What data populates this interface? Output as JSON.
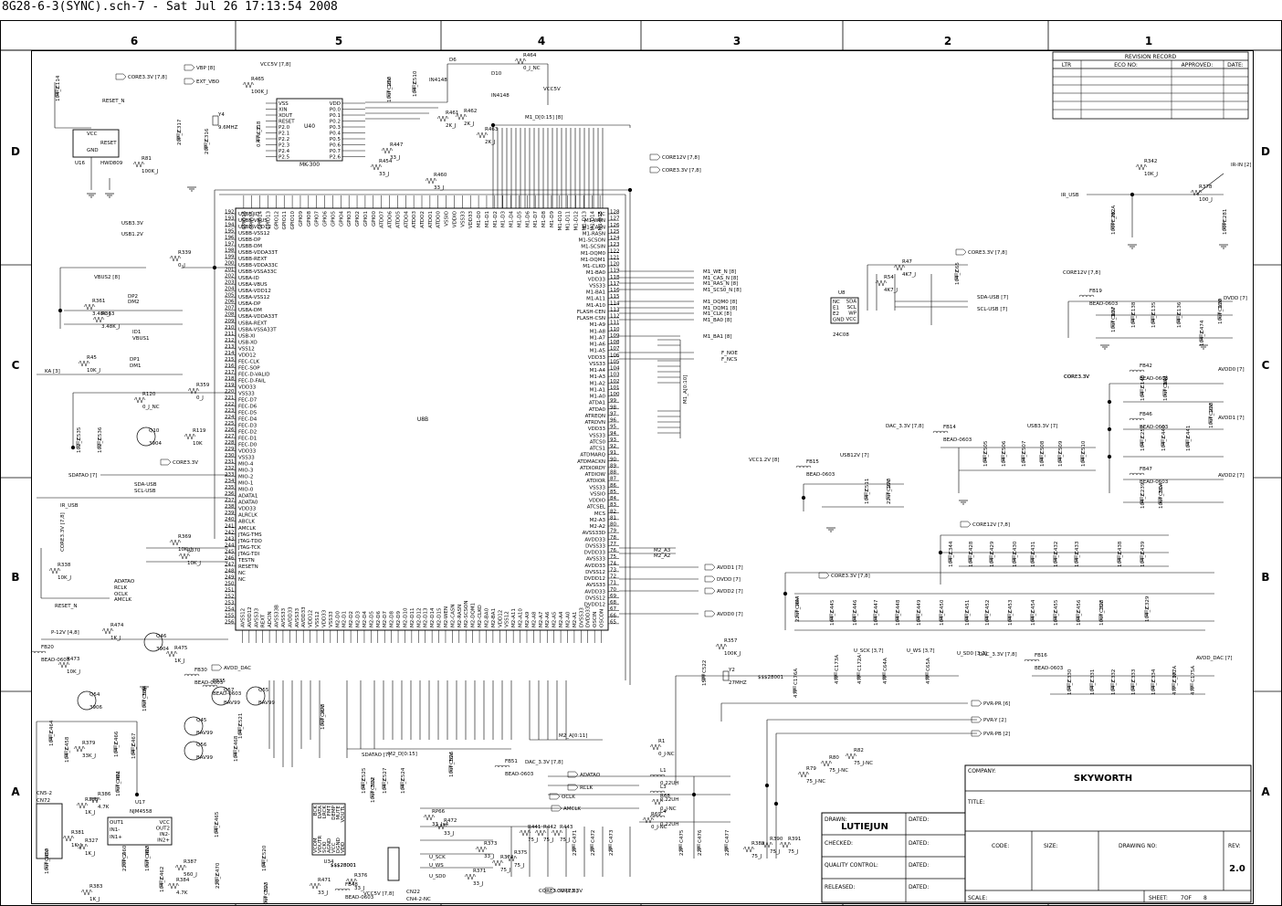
{
  "window": {
    "title": "8G28-6-3(SYNC).sch-7 - Sat Jul 26 17:13:54 2008"
  },
  "frame": {
    "columns": [
      "6",
      "5",
      "4",
      "3",
      "2",
      "1"
    ],
    "rows": [
      "D",
      "C",
      "B",
      "A"
    ]
  },
  "revision_record": {
    "title": "REVISION RECORD",
    "headers": [
      "LTR",
      "ECO NO:",
      "APPROVED:",
      "DATE:"
    ]
  },
  "title_block": {
    "company_label": "COMPANY:",
    "company": "SKYWORTH",
    "title_label": "TITLE:",
    "drawn_label": "DRAWN:",
    "drawn_by": "LUTIEJUN",
    "dated_label": "DATED:",
    "checked_label": "CHECKED:",
    "quality_label": "QUALITY CONTROL:",
    "released_label": "RELEASED:",
    "code_label": "CODE:",
    "size_label": "SIZE:",
    "drawing_no_label": "DRAWING NO:",
    "rev_label": "REV:",
    "rev": "2.0",
    "scale_label": "SCALE:",
    "sheet_label": "SHEET:",
    "sheet": "7OF",
    "sheet_total": "8"
  },
  "main_ic": {
    "ref": "U8B",
    "top_pins": [
      "GPIO16",
      "GPIO15",
      "GPIO14",
      "GPIO13",
      "GPIO12",
      "GPIO11",
      "GPIO10",
      "GPIO9",
      "GPIO8",
      "GPIO7",
      "GPIO6",
      "GPIO5",
      "GPIO4",
      "GPIO3",
      "GPIO2",
      "GPIO1",
      "GPIO0",
      "ATDO7",
      "ATDO6",
      "ATDO5",
      "ATDO4",
      "ATDO3",
      "ATDO2",
      "ATDO1",
      "ATDO0",
      "VSSIO",
      "VDDIO",
      "VSS33",
      "VDD33",
      "M1-D0",
      "M1-D1",
      "M1-D2",
      "M1-D3",
      "M1-D4",
      "M1-D5",
      "M1-D6",
      "M1-D7",
      "M1-D8",
      "M1-D9",
      "M1-D10",
      "M1-D11",
      "M1-D12",
      "M1-D13",
      "M1-D14",
      "M1-D15"
    ],
    "left_pins": [
      "USBB-ID",
      "USBB-VBUS",
      "USBB-VDD12",
      "USBB-VSS12",
      "USBB-DP",
      "USBB-DM",
      "USBB-VDDA33T",
      "USBB-REXT",
      "USBB-VDDA33C",
      "USBB-VSSA33C",
      "USBA-ID",
      "USBA-VBUS",
      "USBA-VDD12",
      "USBA-VSS12",
      "USBA-DP",
      "USBA-DM",
      "USBA-VDDA33T",
      "USBA-REXT",
      "USBA-VSSA33T",
      "USB-XI",
      "USB-XO",
      "VSS12",
      "VDD12",
      "FEC-CLK",
      "FEC-SOP",
      "FEC-D-VALID",
      "FEC-D-FAIL",
      "VDD33",
      "VSS33",
      "FEC-D7",
      "FEC-D6",
      "FEC-D5",
      "FEC-D4",
      "FEC-D3",
      "FEC-D2",
      "FEC-D1",
      "FEC-D0",
      "VDD33",
      "VSS33",
      "MIO-4",
      "MIO-3",
      "MIO-2",
      "MIO-1",
      "MIO-0",
      "ADATA1",
      "ADATA0",
      "VDD33",
      "ALRCLK",
      "ABCLK",
      "AMCLK",
      "JTAG-TMS",
      "JTAG-TDO",
      "JTAG-TCK",
      "JTAG-TDI",
      "TESTN",
      "RESETN",
      "NC",
      "NC"
    ],
    "right_pins": [
      "NC",
      "M1-WEN",
      "M1-CASN",
      "M1-RASN",
      "M1-SCSON",
      "M1-SCSIN",
      "M1-DQM0",
      "M1-DQM1",
      "M1-CLKO",
      "M1-BA0",
      "VDD33",
      "VSS33",
      "M1-BA1",
      "M1-A11",
      "M1-A10",
      "FLASH-CEN",
      "FLASH-CSN",
      "M1-A9",
      "M1-A8",
      "M1-A7",
      "M1-A6",
      "M1-A5",
      "VDD33",
      "VSS33",
      "M1-A4",
      "M1-A3",
      "M1-A2",
      "M1-A1",
      "M1-A0",
      "ATDA1",
      "ATDA0",
      "ATREQN",
      "ATRDVN",
      "VDD33",
      "VSS33",
      "ATCS0",
      "ATCS1",
      "ATDMARQ",
      "ATDMACKN",
      "ATDIORDY",
      "ATDIOW",
      "ATDIOR",
      "VSS33",
      "VSSIO",
      "VDDIO",
      "ATCSEL",
      "MCS",
      "M2-A3",
      "M2-A2",
      "AVSS33D",
      "AVDD33",
      "DVSS33",
      "DVDD33",
      "AVSS33",
      "AVDD33",
      "DVSS12",
      "DVDD12",
      "AVSS33",
      "AVDD33",
      "DVSS12",
      "DVDD12"
    ],
    "bottom_pins": [
      "AVSS12",
      "AVDD12",
      "AVSS33",
      "REXT",
      "ADCIN",
      "AVSS33B",
      "AVSS33",
      "AVDD33",
      "AVSS33",
      "AVDD33",
      "VDD12",
      "VSS12",
      "VDD33",
      "VSS33",
      "M2-D0",
      "M2-D1",
      "M2-D2",
      "M2-D3",
      "M2-D4",
      "M2-D5",
      "M2-D6",
      "M2-D7",
      "M2-D8",
      "M2-D9",
      "M2-D10",
      "M2-D11",
      "M2-D12",
      "M2-D13",
      "M2-D14",
      "M2-D15",
      "M2-WEN",
      "M2-CASN",
      "M2-RASN",
      "M2-SCSON",
      "M2-DQM1",
      "M2-CLKO",
      "M2-BA0",
      "M2-BA1",
      "VDD12",
      "VSS12",
      "M2-A11",
      "M2-A10",
      "M2-A9",
      "M2-A8",
      "M2-A7",
      "M2-A6",
      "M2-A5",
      "M2-A4",
      "M2-A0",
      "M2-A1",
      "DVSS33",
      "DVDD33",
      "OSCIN",
      "OSCON"
    ],
    "pin_numbers_left": [
      "192",
      "193",
      "194",
      "195",
      "196",
      "197",
      "198",
      "199",
      "200",
      "201",
      "202",
      "203",
      "204",
      "205",
      "206",
      "207",
      "208",
      "209",
      "210",
      "211",
      "212",
      "213",
      "214",
      "215",
      "216",
      "217",
      "218",
      "219",
      "220",
      "221",
      "222",
      "223",
      "224",
      "225",
      "226",
      "227",
      "228",
      "229",
      "230",
      "231",
      "232",
      "233",
      "234",
      "235",
      "236",
      "237",
      "238",
      "239",
      "240",
      "241",
      "242",
      "243",
      "244",
      "245",
      "246",
      "247",
      "248",
      "249",
      "250",
      "251",
      "252",
      "253",
      "254",
      "255",
      "256"
    ],
    "pin_numbers_right": [
      "128",
      "127",
      "126",
      "125",
      "124",
      "123",
      "122",
      "121",
      "120",
      "119",
      "118",
      "117",
      "116",
      "115",
      "114",
      "113",
      "112",
      "111",
      "110",
      "109",
      "108",
      "107",
      "106",
      "105",
      "104",
      "103",
      "102",
      "101",
      "100",
      "99",
      "98",
      "97",
      "96",
      "95",
      "94",
      "93",
      "92",
      "91",
      "90",
      "89",
      "88",
      "87",
      "86",
      "85",
      "84",
      "83",
      "82",
      "81",
      "80",
      "79",
      "78",
      "77",
      "76",
      "75",
      "74",
      "73",
      "72",
      "71",
      "70",
      "69",
      "68",
      "67",
      "66",
      "65"
    ]
  },
  "clock_ic": {
    "ref": "U40",
    "part": "MK-300",
    "pins_left": [
      "VSS",
      "XIN",
      "XOUT",
      "RESET",
      "P2.0",
      "P2.1",
      "P2.2",
      "P2.3",
      "P2.4",
      "P2.5"
    ],
    "pins_right": [
      "VDD",
      "P0.0",
      "P0.1",
      "P0.2",
      "P0.3",
      "P0.4",
      "P0.5",
      "P0.6",
      "P0.7",
      "P2.6"
    ]
  },
  "reset_ic": {
    "ref": "U16",
    "part": "HWD809",
    "pins": [
      "VCC",
      "GND",
      "RESET"
    ]
  },
  "eeprom": {
    "ref": "U8",
    "part": "24C08",
    "pins": [
      "NC",
      "E1",
      "E2",
      "GND",
      "VCC",
      "WP",
      "SCL",
      "SDA"
    ]
  },
  "opamp": {
    "ref": "U17",
    "part": "NJM4558",
    "pins": [
      "OUT1",
      "IN1-",
      "IN1+",
      "VCC",
      "OUT2",
      "IN2-",
      "IN2+"
    ]
  },
  "audio_dac": {
    "ref": "U34",
    "pins": [
      "BCK",
      "DATA",
      "LRCK",
      "FMT",
      "DEMP",
      "MUTE",
      "VOUTL",
      "VCOM",
      "VOUTR",
      "SCKI",
      "AGND",
      "VCC",
      "DGND",
      "VDD"
    ]
  },
  "connectors": [
    "CN5-2",
    "CN72",
    "CN22",
    "CN4-2-NC"
  ],
  "net_labels": {
    "top_left": [
      "CORE3.3V [7,8]",
      "RESET_N",
      "VBP [8]",
      "EXT_VBO",
      "VCC5V [7,8]",
      "VCC5V",
      "D6",
      "D10",
      "IN4148",
      "IN4148",
      "M1_D[0:15] [8]",
      "CORE12V [7,8]",
      "CORE3.3V [7,8]"
    ],
    "usb": [
      "USB3.3V",
      "USB1.2V",
      "VBUS2 [8]",
      "DP2",
      "DM2",
      "ID1",
      "VBUS1",
      "DP1",
      "DM1"
    ],
    "left": [
      "KA [3]",
      "CORE3.3V",
      "SDATAO [7]",
      "SDA-USB",
      "SCL-USB",
      "IR_USB",
      "CORE3.3V [7,8]",
      "RESET_N",
      "ADATAO",
      "RCLK",
      "OCLK",
      "AMCLK",
      "P-12V [4,8]",
      "AVDD_DAC",
      "CORE3.3V"
    ],
    "right_mid": [
      "M1_WE_N [8]",
      "M1_CAS_N [8]",
      "M1_RAS_N [8]",
      "M1_SCS0_N [8]",
      "M1_DQM0 [8]",
      "M1_DQM1 [8]",
      "M1_CLK [8]",
      "M1_BA0 [8]",
      "M1_BA1 [8]",
      "F_NOE",
      "F_NCS",
      "M1_A[0:10]",
      "AVDD1 [7]",
      "DVDD [7]",
      "AVDD2 [7]",
      "AVDD0 [7]",
      "M2_A3",
      "M2_A2",
      "M2_A[0:11]",
      "M2_D[0:15]"
    ],
    "right": [
      "CORE3.3V [7,8]",
      "SDA-USB [7]",
      "SCL-USB [7]",
      "CORE3.3V",
      "IR_USB",
      "IR-IN [2]",
      "CORE12V [7,8]",
      "DVDD [7]",
      "CORE3.3V",
      "AVDD0 [7]",
      "AVDD1 [7]",
      "AVDD2 [7]",
      "DAC_3.3V [7,8]",
      "USB3.3V [7]",
      "VCC1.2V [8]",
      "USB12V [7]",
      "CORE12V [7,8]",
      "CORE3.3V [7,8]",
      "U_SCK [3,7]",
      "U_WS [3,7]",
      "U_SD0 [3,7]",
      "DAC_3.3V [7,8]",
      "AVDD_DAC [7]",
      "PVR-PR [6]",
      "PVR-Y [2]",
      "PVR-PB [2]"
    ],
    "bottom": [
      "SDATAO [7]",
      "ADATAO",
      "RCLK",
      "OCLK",
      "AMCLK",
      "DAC_3.3V [7,8]",
      "U_SCK",
      "U_WS",
      "U_SD0",
      "CORE3.3V [7,8]",
      "VCC5V [7,8]",
      "$$$28001",
      "$$$28001",
      "$$$28001"
    ]
  },
  "components": {
    "resistors": [
      "R465 100K_J",
      "R464 0_J_NC",
      "R81 100K_J",
      "R447 33_J",
      "R454 33_J",
      "R460 33_J",
      "R461 2K_J",
      "R462 2K_J",
      "R463 2K_J",
      "R339 0_J",
      "R361 3.48K_J",
      "R363 3.48K_J",
      "R45 10K_J",
      "R359 0_J",
      "R120 0_J_NC",
      "R119 10K",
      "R369 10K_J",
      "R370 10K_J",
      "R338 10K_J",
      "R474 1K_J",
      "R475 1K_J",
      "R473 10K_J",
      "R342 10K_J",
      "R378 100_J",
      "R54 4K7_J",
      "R47 4K7_J",
      "R357 100K_J",
      "R379 33K_J",
      "R388 1K_J",
      "R386 4.7K",
      "R387 560_J",
      "R383 1K_J",
      "R384 4.7K",
      "R327 1K_J",
      "R381 1K_J",
      "R1 0_J-NC",
      "R69 0_J-NC",
      "R68 0_J-NC",
      "R79 75_J-NC",
      "R80 75_J-NC",
      "R82 75_J-NC",
      "R389 75_J",
      "R390 75_J",
      "R391 75_J",
      "R374 75_J",
      "R375 75_J",
      "R441 75_J",
      "R442 75_J",
      "R443 75_J",
      "R472 33_J",
      "R376 33_J",
      "R471 33_J",
      "R371 33_J",
      "R373 33_J",
      "RP66 33_Jx4"
    ],
    "capacitors": [
      "C114 104_Z",
      "C250 10uF_16V",
      "C510 104_Z",
      "C317 20P_Z",
      "C316 20P_Z",
      "C318 0.47U_Z",
      "C535 102_Z",
      "C536 102_Z",
      "C534 10uF_16V",
      "C464 104_Z",
      "C458 104_Z",
      "C461 10uF_16V",
      "C459 10uF_16V",
      "C460 220P_Z",
      "C463 10uF_16V",
      "C462 104_Z",
      "C465 104_Z",
      "C466 104_Z",
      "C467 104_Z",
      "C468 104_Z",
      "C470 220_Z",
      "C471 22P",
      "C472 22P",
      "C473 22P",
      "C475 22P",
      "C476 22P",
      "C477 22P",
      "C478 10uF_16V",
      "C520 104_Z",
      "C521 104_Z",
      "C522 15PF",
      "C523 10uF_16V",
      "C524 104_Z",
      "C525 104_Z",
      "C526 10uF_16V",
      "C527 104_Z",
      "C532 10uF_16V",
      "C282A 100PF_NC",
      "C281 100PF",
      "C65 104_Z",
      "C137 10uF_16V",
      "C138 104_Z",
      "C135 104_Z",
      "C136 104_Z",
      "C474 104_Z",
      "C139 10uF_16V",
      "C140 104_Z",
      "C141 10uF_16V",
      "C257 104_Z",
      "C440 104_Z",
      "C441 104_Z",
      "C238 10uF_16V",
      "C239 104_Z",
      "C504 10uF_16V",
      "C505 104_Z",
      "C506 104_Z",
      "C507 104_Z",
      "C508 104_Z",
      "C509 104_Z",
      "C510 104_Z",
      "C511 104_Z",
      "C270 22uF_16V",
      "C344 104_Z",
      "C428 104_Z",
      "C429 104_Z",
      "C430 104_Z",
      "C431 104_Z",
      "C432 104_Z",
      "C433 104_Z",
      "C438 104_Z",
      "C439 104_Z",
      "C444 22uF_16V",
      "C445 104_Z",
      "C446 104_Z",
      "C447 104_Z",
      "C448 104_Z",
      "C449 104_Z",
      "C450 104_Z",
      "C451 104_Z",
      "C452 104_Z",
      "C453 104_Z",
      "C454 104_Z",
      "C455 104_Z",
      "C456 104_Z",
      "C328 10uF_16V",
      "C329 104_Z",
      "C330 104_Z",
      "C331 104_Z",
      "C332 104_Z",
      "C333 104_Z",
      "C334 104_Z",
      "C177A 47P_Z_NC",
      "C175A 47P",
      "C176A 47P",
      "C173A 47P",
      "C172A 47P",
      "C64A 47P",
      "C65A 47P"
    ],
    "ferrites": [
      "FB19 BEAD-0603",
      "FB42 BEAD-0603",
      "FB46 BEAD-0603",
      "FB47 BEAD-0603",
      "FB14 BEAD-0603",
      "FB15 BEAD-0603",
      "FB16 BEAD-0603",
      "FB20 BEAD-0603",
      "FB51 BEAD-0603",
      "FB48 BEAD-0603",
      "FB30 BEAD-0603",
      "FB35 BEAD-0603"
    ],
    "inductors": [
      "L1 0.22UH",
      "L3 0.22UH",
      "L4 0.22UH"
    ],
    "transistors": [
      "Q10 3904",
      "Q46 3904",
      "Q54 3906",
      "Q45 BAV99",
      "Q57 BAV99",
      "Q55 BAV99",
      "Q56 BAV99"
    ],
    "crystals": [
      "Y4 9.6MHZ",
      "Y2 27MHZ"
    ]
  }
}
